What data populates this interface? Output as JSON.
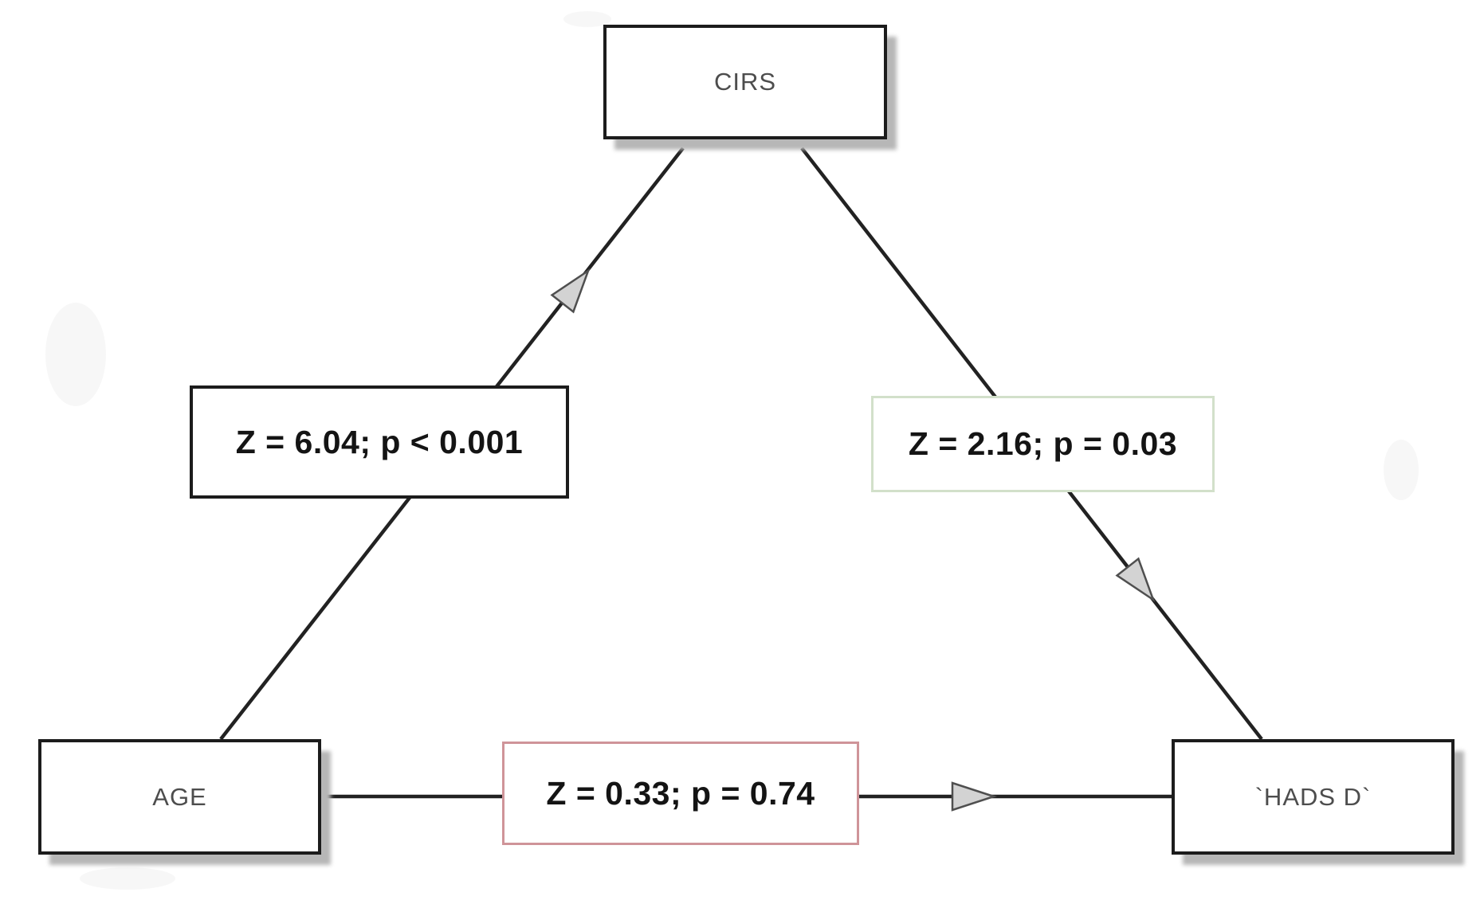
{
  "diagram": {
    "type": "mediation-path-diagram",
    "nodes": {
      "cirs": {
        "label": "CIRS"
      },
      "age": {
        "label": "AGE"
      },
      "hads_d": {
        "label": "`HADS D`"
      }
    },
    "edges": {
      "age_to_cirs": {
        "from": "AGE",
        "to": "CIRS",
        "label": "Z = 6.04; p < 0.001",
        "box_border_color": "#1c1c1c"
      },
      "cirs_to_hads_d": {
        "from": "CIRS",
        "to": "`HADS D`",
        "label": "Z = 2.16; p = 0.03",
        "box_border_color": "#d2e0ca"
      },
      "age_to_hads_d": {
        "from": "AGE",
        "to": "`HADS D`",
        "label": "Z = 0.33; p = 0.74",
        "box_border_color": "#cf9499"
      }
    },
    "colors": {
      "node_border": "#1c1c1c",
      "node_text": "#4d4d4d",
      "label_text": "#141414",
      "line": "#222222",
      "arrow_fill": "#d3d3d3",
      "arrow_stroke": "#4f4f4f",
      "shadow": "#b7b7b7",
      "background": "#ffffff"
    }
  }
}
